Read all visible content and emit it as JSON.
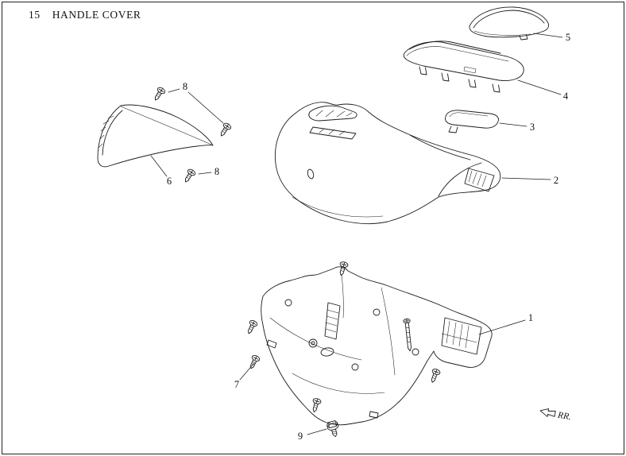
{
  "page": {
    "figure_number": "15",
    "title": "HANDLE COVER"
  },
  "parts": {
    "p1": "1",
    "p2": "2",
    "p3": "3",
    "p4": "4",
    "p5": "5",
    "p6": "6",
    "p7": "7",
    "p8a": "8",
    "p8b": "8",
    "p9": "9"
  },
  "direction": {
    "label": "RR.",
    "arrow_icon": "arrow-right"
  }
}
